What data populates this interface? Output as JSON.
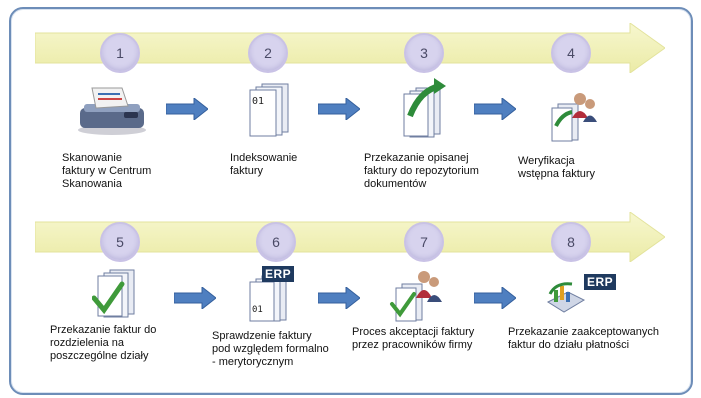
{
  "steps": [
    {
      "number": "1",
      "label": "Skanowanie\nfaktury w Centrum\nSkanowania",
      "icon": "scanner-icon"
    },
    {
      "number": "2",
      "label": "Indeksowanie\nfaktury",
      "icon": "indexed-documents-icon"
    },
    {
      "number": "3",
      "label": "Przekazanie opisanej\nfaktury do repozytorium\ndokumentów",
      "icon": "documents-upload-icon"
    },
    {
      "number": "4",
      "label": "Weryfikacja\nwstępna faktury",
      "icon": "documents-people-icon"
    },
    {
      "number": "5",
      "label": "Przekazanie faktur do\nrozdzielenia na\nposzczególne działy",
      "icon": "documents-check-icon"
    },
    {
      "number": "6",
      "label": "Sprawdzenie faktury\npod względem formalno\n- merytorycznym",
      "icon": "erp-documents-icon",
      "badge": "ERP"
    },
    {
      "number": "7",
      "label": "Proces akceptacji faktury\nprzez pracowników firmy",
      "icon": "documents-approval-people-icon"
    },
    {
      "number": "8",
      "label": "Przekazanie zaakceptowanych\nfaktur do działu płatności",
      "icon": "erp-payment-icon",
      "badge": "ERP"
    }
  ],
  "colors": {
    "band": "#f3f3b8",
    "band_edge": "#e0e09a",
    "circle": "#d7d3ee",
    "arrow": "#4f7fc0",
    "frame": "#6d8db8"
  }
}
